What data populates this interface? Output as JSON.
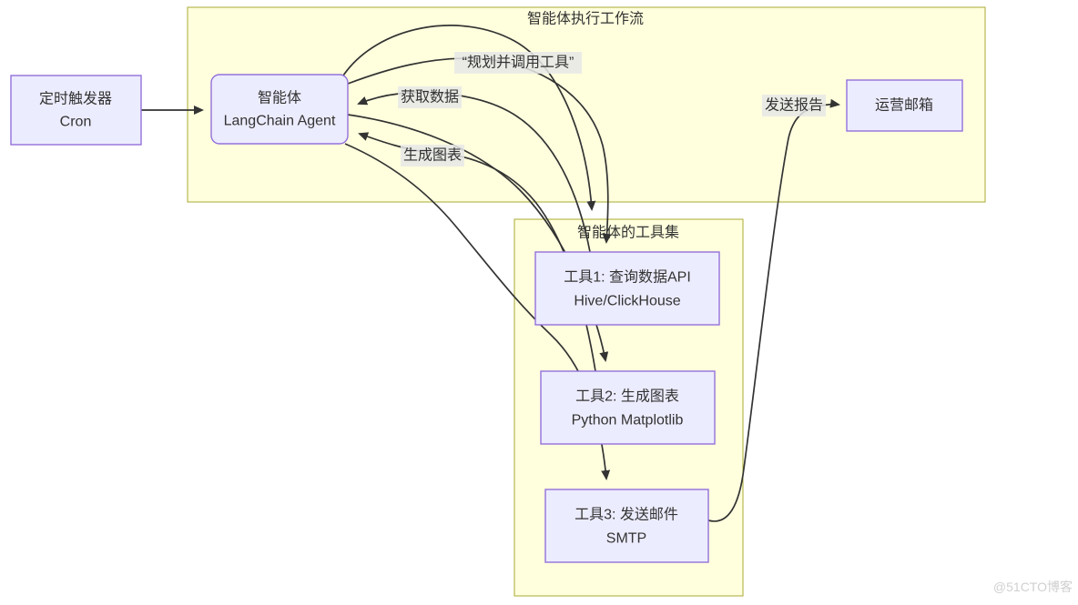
{
  "diagram": {
    "clusters": {
      "workflow": {
        "title": "智能体执行工作流"
      },
      "toolset": {
        "title": "智能体的工具集"
      }
    },
    "nodes": {
      "cron": {
        "line1": "定时触发器",
        "line2": "Cron"
      },
      "agent": {
        "line1": "智能体",
        "line2": "LangChain Agent"
      },
      "mailbox": {
        "label": "运营邮箱"
      },
      "tool1": {
        "line1": "工具1: 查询数据API",
        "line2": "Hive/ClickHouse"
      },
      "tool2": {
        "line1": "工具2: 生成图表",
        "line2": "Python Matplotlib"
      },
      "tool3": {
        "line1": "工具3: 发送邮件",
        "line2": "SMTP"
      }
    },
    "edge_labels": {
      "plan": "“规划并调用工具”",
      "fetch_data": "获取数据",
      "gen_chart": "生成图表",
      "send_report": "发送报告"
    },
    "watermark": "@51CTO博客",
    "colors": {
      "cluster_fill": "#ffffde",
      "cluster_border": "#aaaa33",
      "node_fill": "#ececff",
      "node_border": "#9370db",
      "edge": "#333333",
      "label_bg": "#e8e8e8",
      "text": "#333333"
    }
  }
}
